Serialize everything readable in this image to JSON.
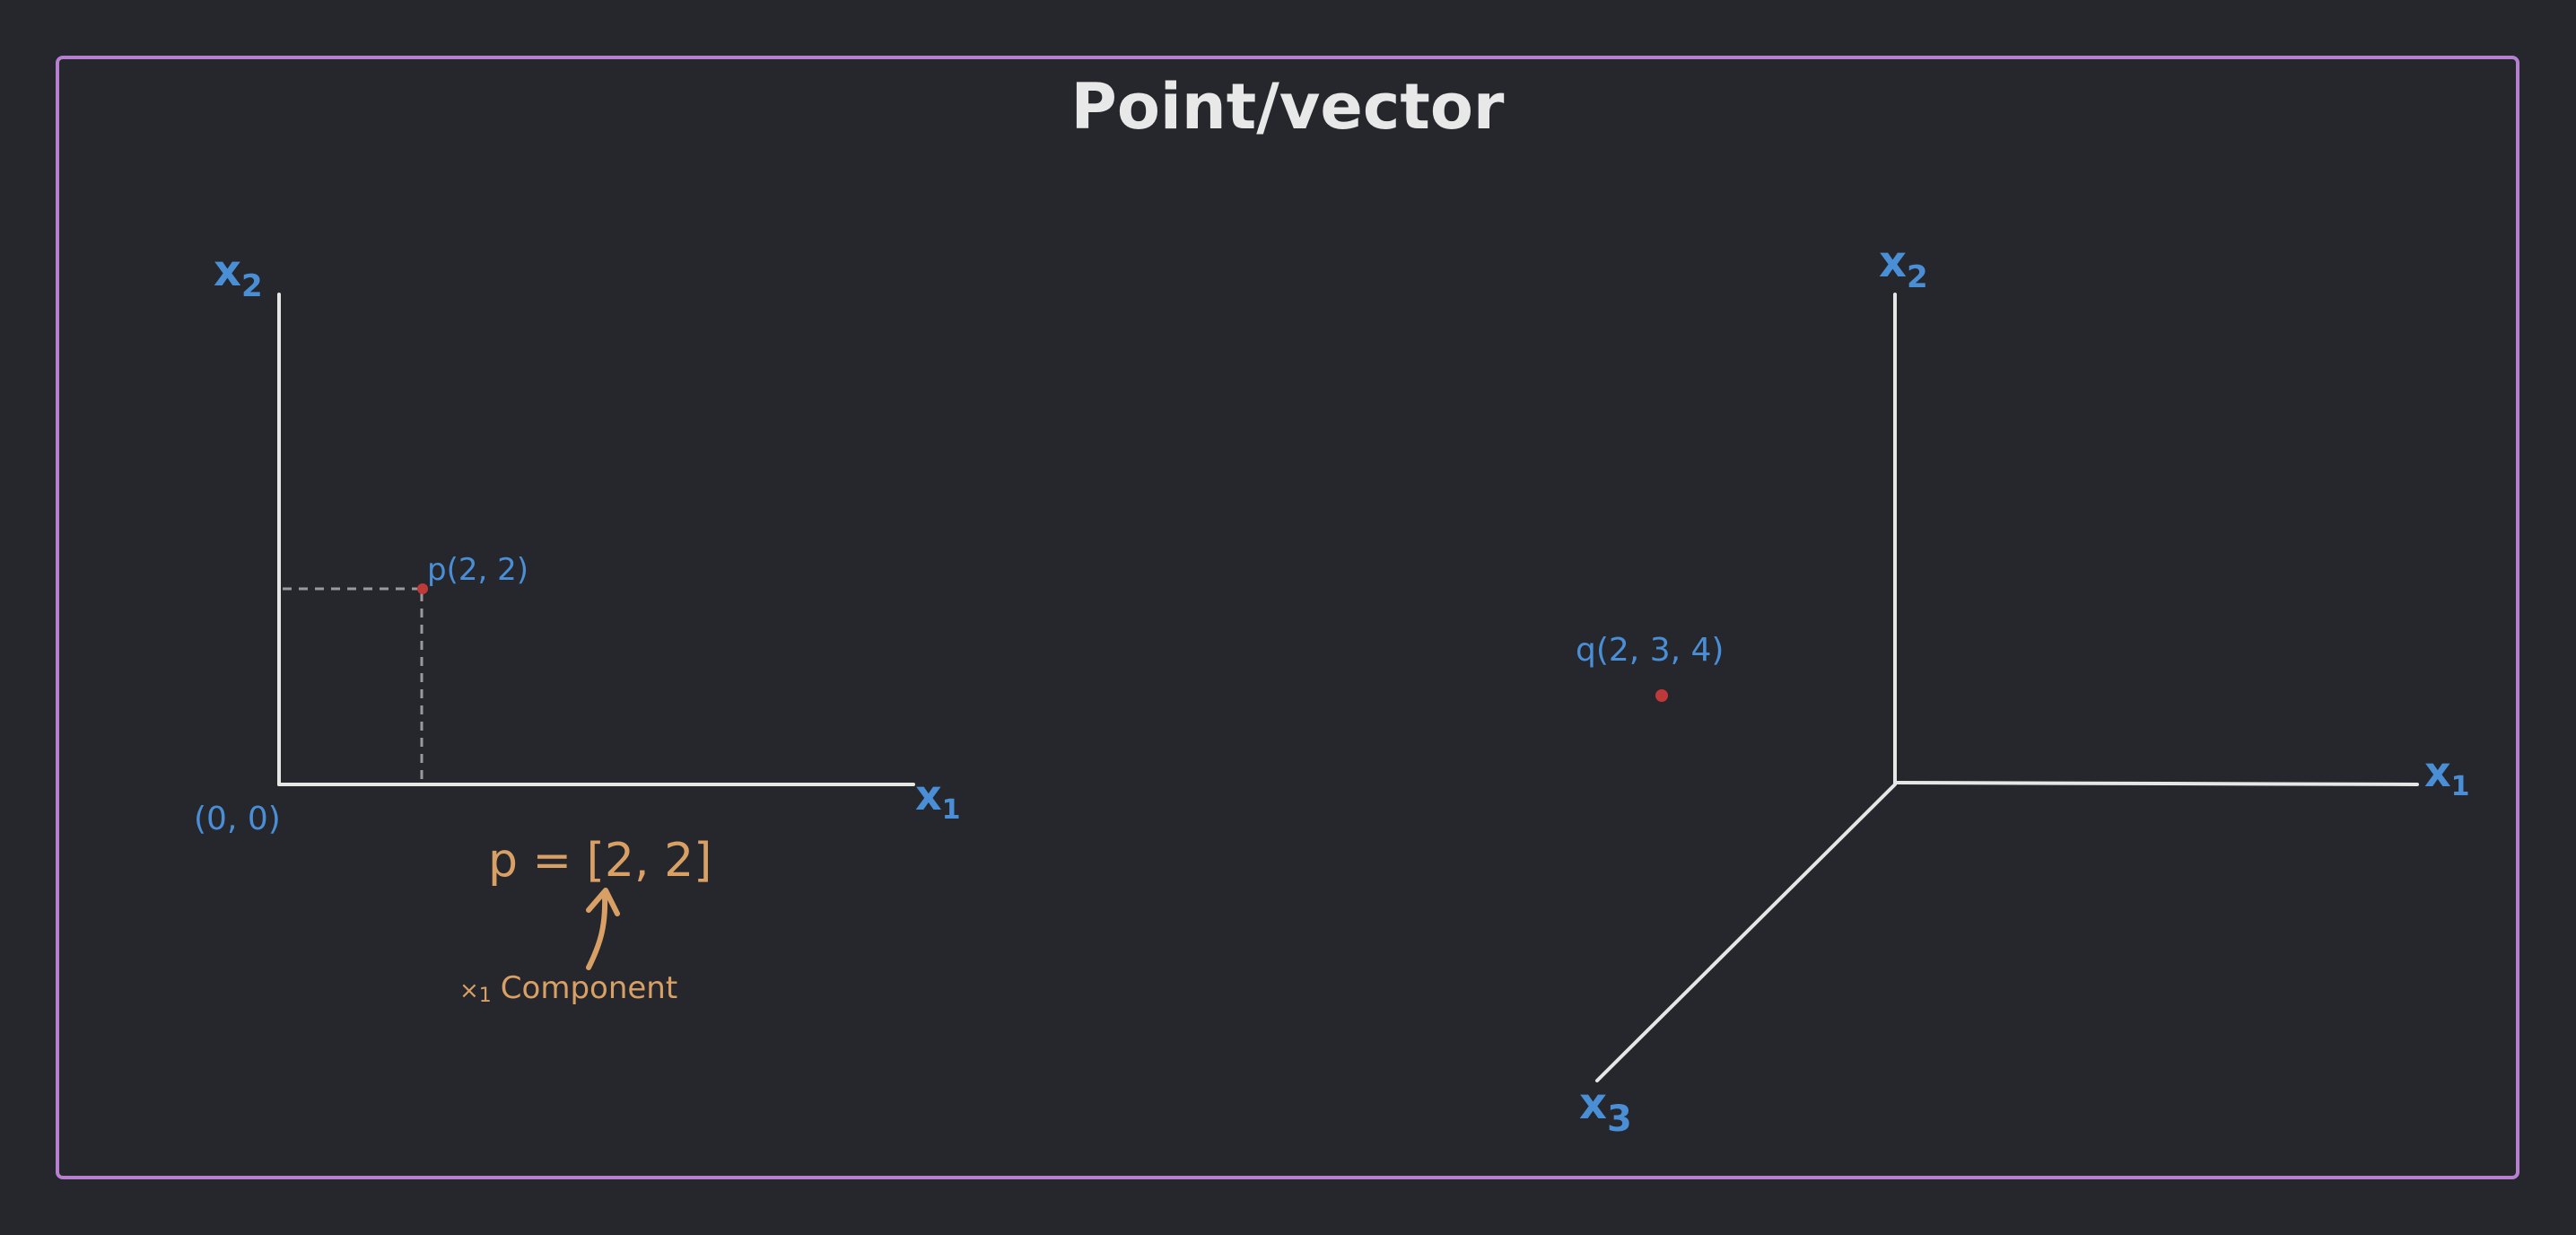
{
  "title": "Point/vector",
  "colors": {
    "background": "#25272c",
    "frame": "#b67fd0",
    "axis": "#e6e6e6",
    "guide": "#9a9a9a",
    "label_blue": "#4a8fd6",
    "point_red": "#c0393a",
    "annotation_orange": "#d9a066",
    "title_text": "#e8e8e8"
  },
  "plot2d": {
    "axis_x1_main": "x",
    "axis_x1_sub": "1",
    "axis_x2_main": "x",
    "axis_x2_sub": "2",
    "origin_label": "(0, 0)",
    "point_label": "p(2, 2)",
    "vector_equation": "p = [2, 2]",
    "component_sub": "1",
    "component_rest": "Component"
  },
  "plot3d": {
    "axis_x1_main": "x",
    "axis_x1_sub": "1",
    "axis_x2_main": "x",
    "axis_x2_sub": "2",
    "axis_x3_main": "x",
    "axis_x3_sub": "3",
    "point_label": "q(2, 3, 4)"
  }
}
